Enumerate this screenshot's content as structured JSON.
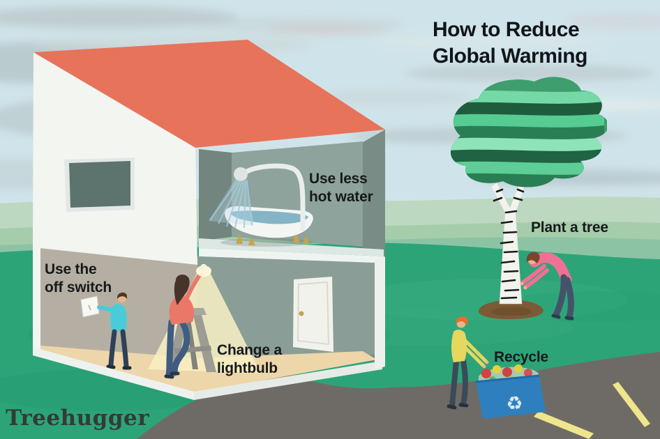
{
  "title": {
    "text": "How to Reduce\nGlobal Warming"
  },
  "labels": {
    "hot_water": "Use less\nhot water",
    "off_switch": "Use the\noff switch",
    "lightbulb": "Change a\nlightbulb",
    "plant_tree": "Plant a tree",
    "recycle": "Recycle"
  },
  "brand": {
    "logo_text": "Treehugger"
  },
  "icons": {
    "recycle_symbol": "♻"
  },
  "colors": {
    "sky": "#cfe4ea",
    "roof": "#e7735b",
    "house_wall": "#f3f5f1",
    "bathroom_wall": "#8da39b",
    "lower_wall": "#b5afa3",
    "door_room_wall": "#8a9e97",
    "floor": "#edd6a9",
    "grass": "#2ca478",
    "road": "#6e6b67",
    "road_line": "#efe58c",
    "bin_blue": "#2e7fbe",
    "label_text": "#17191c"
  }
}
